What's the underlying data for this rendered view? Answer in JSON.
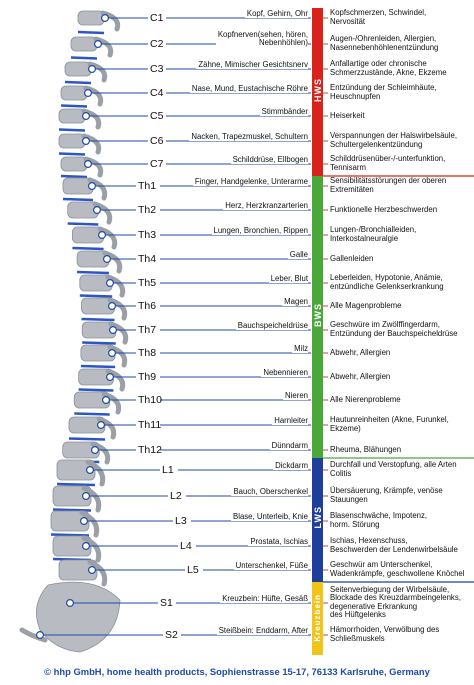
{
  "rows": [
    {
      "label": "C1",
      "organ": "Kopf, Gehirn, Ohr",
      "symptoms": "Kopfschmerzen, Schwindel,\nNervosität"
    },
    {
      "label": "C2",
      "organ": "Kopfnerven(sehen, hören,\nNebenhöhlen)",
      "symptoms": "Augen-/Ohrenleiden, Allergien,\nNasennebenhöhlenentzündung"
    },
    {
      "label": "C3",
      "organ": "Zähne, Mimischer Gesichtsnerv",
      "symptoms": "Anfallartige oder chronische\nSchmerzzustände, Akne, Ekzeme"
    },
    {
      "label": "C4",
      "organ": "Nase, Mund, Eustachische Röhre",
      "symptoms": "Entzündung der Schleimhäute,\nHeuschnupfen"
    },
    {
      "label": "C5",
      "organ": "Stimmbänder",
      "symptoms": "Heiserkeit"
    },
    {
      "label": "C6",
      "organ": "Nacken, Trapezmuskel, Schultern",
      "symptoms": "Verspannungen der Halswirbelsäule,\nSchultergelenkentzündung"
    },
    {
      "label": "C7",
      "organ": "Schilddrüse, Ellbogen",
      "symptoms": "Schilddrüsenüber-/-unterfunktion,\nTennisarm"
    },
    {
      "label": "Th1",
      "organ": "Finger, Handgelenke, Unterarme",
      "symptoms": "Sensibilitätsstörungen der oberen\nExtremitäten"
    },
    {
      "label": "Th2",
      "organ": "Herz, Herzkranzarterien",
      "symptoms": "Funktionelle Herzbeschwerden"
    },
    {
      "label": "Th3",
      "organ": "Lungen, Bronchien, Rippen",
      "symptoms": "Lungen-/Bronchialleiden,\nInterkostalneuralgie"
    },
    {
      "label": "Th4",
      "organ": "Galle",
      "symptoms": "Gallenleiden"
    },
    {
      "label": "Th5",
      "organ": "Leber, Blut",
      "symptoms": "Leberleiden, Hypotonie, Anämie,\nentzündliche Gelenkserkrankung"
    },
    {
      "label": "Th6",
      "organ": "Magen",
      "symptoms": "Alle Magenprobleme"
    },
    {
      "label": "Th7",
      "organ": "Bauchspeicheldrüse",
      "symptoms": "Geschwüre im Zwölffingerdarm,\nEntzündung der Bauchspeicheldrüse"
    },
    {
      "label": "Th8",
      "organ": "Milz",
      "symptoms": "Abwehr, Allergien"
    },
    {
      "label": "Th9",
      "organ": "Nebennieren",
      "symptoms": "Abwehr, Allergien"
    },
    {
      "label": "Th10",
      "organ": "Nieren",
      "symptoms": "Alle Nierenprobleme"
    },
    {
      "label": "Th11",
      "organ": "Harnleiter",
      "symptoms": "Hautunreinheiten (Akne, Furunkel,\nEkzeme)"
    },
    {
      "label": "Th12",
      "organ": "Dünndarm",
      "symptoms": "Rheuma, Blähungen"
    },
    {
      "label": "L1",
      "organ": "Dickdarm",
      "symptoms": "Durchfall und Verstopfung, alle Arten\nColitis"
    },
    {
      "label": "L2",
      "organ": "Bauch, Oberschenkel",
      "symptoms": "Übersäuerung, Krämpfe, venöse\nStauungen"
    },
    {
      "label": "L3",
      "organ": "Blase, Unterleib, Knie",
      "symptoms": "Blasenschwäche, Impotenz,\nhorm. Störung"
    },
    {
      "label": "L4",
      "organ": "Prostata, Ischias",
      "symptoms": "Ischias, Hexenschuss,\nBeschwerden der Lendenwirbelsäule"
    },
    {
      "label": "L5",
      "organ": "Unterschenkel, Füße",
      "symptoms": "Geschwür am Unterschenkel,\nWadenkrämpfe, geschwollene Knöchel"
    },
    {
      "label": "S1",
      "organ": "Kreuzbein: Hüfte, Gesäß",
      "symptoms": "Seitenverbiegung der Wirbelsäule,\nBlockade des Kreuzdarmbeingelenks,\ndegenerative Erkrankung\ndes Hüftgelenks"
    },
    {
      "label": "S2",
      "organ": "Steißbein: Enddarm, After",
      "symptoms": "Hämorrhoiden, Verwölbung des\nSchließmuskels"
    }
  ],
  "regions": [
    {
      "name": "HWS",
      "color": "#d9221c"
    },
    {
      "name": "BWS",
      "color": "#4aa83a"
    },
    {
      "name": "LWS",
      "color": "#1f3e9a"
    },
    {
      "name": "Kreuzbein",
      "color": "#f0c419"
    }
  ],
  "footer": "© hhp GmbH, home health products, Sophienstrasse 15-17, 76133 Karlsruhe, Germany",
  "colors": {
    "leader": "#1f4aa8",
    "bone": "#b8bcc2",
    "disc": "#2b56c8"
  }
}
